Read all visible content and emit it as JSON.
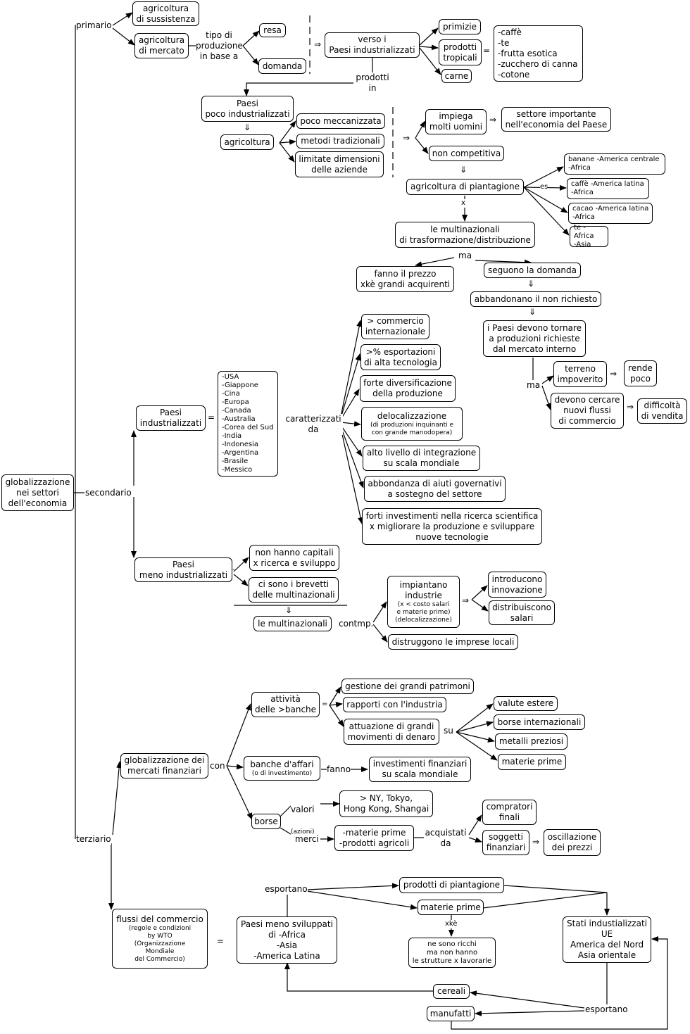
{
  "root": "globalizzazione\nnei settori\ndell'economia",
  "sectors": {
    "primary": "primario",
    "secondary": "secondario",
    "tertiary": "terziario"
  },
  "primary": {
    "subsistence": "agricoltura\ndi sussistenza",
    "market": "agricoltura\ndi mercato",
    "production_type": "tipo di\nproduzione\nin base a",
    "yield": "resa",
    "demand": "domanda",
    "implies": "⇒",
    "to_industrial": "verso i\nPaesi industrializzati",
    "produced_in": "prodotti\nin",
    "early_crops": "primizie",
    "tropical": "prodotti\ntropicali",
    "equals": "=",
    "tropical_list": "-caffè\n-te\n-frutta esotica\n-zucchero di canna\n-cotone",
    "meat": "carne",
    "less_industrial": "Paesi\npoco industrializzati",
    "down_arrow": "⇓",
    "agriculture": "agricoltura",
    "low_mech": "poco meccanizzata",
    "traditional": "metodi tradizionali",
    "small_farms": "limitate dimensioni\ndelle aziende",
    "many_people": "impiega\nmolti uomini",
    "important": "settore importante\nnell'economia del Paese",
    "not_competitive": "non competitiva",
    "plantation": "agricoltura di piantagione",
    "es": "es",
    "ex_banana": "banane  -America centrale\n        -Africa",
    "ex_coffee": "caffè  -America latina\n       -Africa",
    "ex_cocoa": "cacao  -America latina\n        -Africa",
    "ex_tea": "te -Africa\n   -Asia",
    "x": "x",
    "multinationals": "le multinazionali\ndi trasformazione/distribuzione",
    "ma": "ma",
    "set_price": "fanno il prezzo\nxkè grandi acquirenti",
    "follow_demand": "seguono la domanda",
    "abandon": "abbandonano il non richiesto",
    "return": "i Paesi devono tornare\na produzioni richieste\ndal mercato interno",
    "impoverished": "terreno\nimpoverito",
    "yields_little": "rende\npoco",
    "new_flows": "devono cercare\nnuovi flussi\ndi commercio",
    "sale_difficulty": "difficoltà\ndi vendita"
  },
  "secondary": {
    "industrial": "Paesi\nindustrializzati",
    "equals": "=",
    "countries": "-USA\n-Giappone\n-Cina\n-Europa\n-Canada\n-Australia\n-Corea del Sud\n-India\n-Indonesia\n-Argentina\n-Brasile\n-Messico",
    "characterized": "caratterizzati\nda",
    "c1": "> commercio\ninternazionale",
    "c2": ">% esportazioni\ndi alta tecnologia",
    "c3": "forte diversificazione\ndella produzione",
    "c4": "delocalizzazione",
    "c4_sub": "(di produzioni inquinanti e\ncon grande manodopera)",
    "c5": "alto livello di integrazione\nsu scala mondiale",
    "c6": "abbondanza di aiuti governativi\na sostegno del settore",
    "c7": "forti investimenti nella ricerca scientifica\nx migliorare la produzione e sviluppare\nnuove tecnologie",
    "less_industrial": "Paesi\nmeno industrializzati",
    "dash": "-",
    "no_capital": "non hanno capitali\nx ricerca e sviluppo",
    "patents": "ci sono i brevetti\ndelle multinazionali",
    "multinationals": "le multinazionali",
    "contmp": "contmp.",
    "build": "impiantano\nindustrie",
    "build_sub": "(x < costo salari\ne materie prime)\n(delocalizzazione)",
    "innovation": "introducono\ninnovazione",
    "wages": "distribuiscono\nsalari",
    "destroy": "distruggono le imprese locali"
  },
  "tertiary": {
    "financial": "globalizzazione dei\nmercati finanziari",
    "con": "con",
    "big_banks": "attività\ndelle >banche",
    "wealth": "gestione dei grandi patrimoni",
    "industry": "rapporti con l'industria",
    "money_moves": "attuazione di grandi\nmovimenti di denaro",
    "su": "su",
    "currency": "valute estere",
    "stock": "borse internazionali",
    "metals": "metalli preziosi",
    "raw": "materie prime",
    "inv_banks": "banche d'affari",
    "inv_banks_sub": "(o di investimento)",
    "fanno": "fanno",
    "investments": "investimenti finanziari\nsu scala mondiale",
    "exchanges": "borse",
    "values": "valori",
    "values_sub": "(azioni)",
    "cities": "> NY, Tokyo,\nHong Kong, Shangai",
    "goods": "merci",
    "goods_list": "-materie prime\n-prodotti agricoli",
    "bought_by": "acquistati\nda",
    "final_buyers": "compratori\nfinali",
    "fin_subjects": "soggetti\nfinanziari",
    "price_swing": "oscillazione\ndei prezzi",
    "trade": "flussi del commercio",
    "trade_sub": "(regole e condizioni\nby WTO\n(Organizzazione\nMondiale\ndel Commercio)",
    "developing": "Paesi meno sviluppati\ndi -Africa\n-Asia\n-America Latina",
    "export1": "esportano",
    "plantation_goods": "prodotti di piantagione",
    "raw_materials": "materie prime",
    "why": "xkè",
    "why_text": "ne sono ricchi\nma non hanno\nle strutture x lavorarle",
    "industrial": "Stati industializzati\nUE\nAmerica del Nord\nAsia orientale",
    "cereals": "cereali",
    "manufactured": "manufatti",
    "export2": "esportano"
  }
}
